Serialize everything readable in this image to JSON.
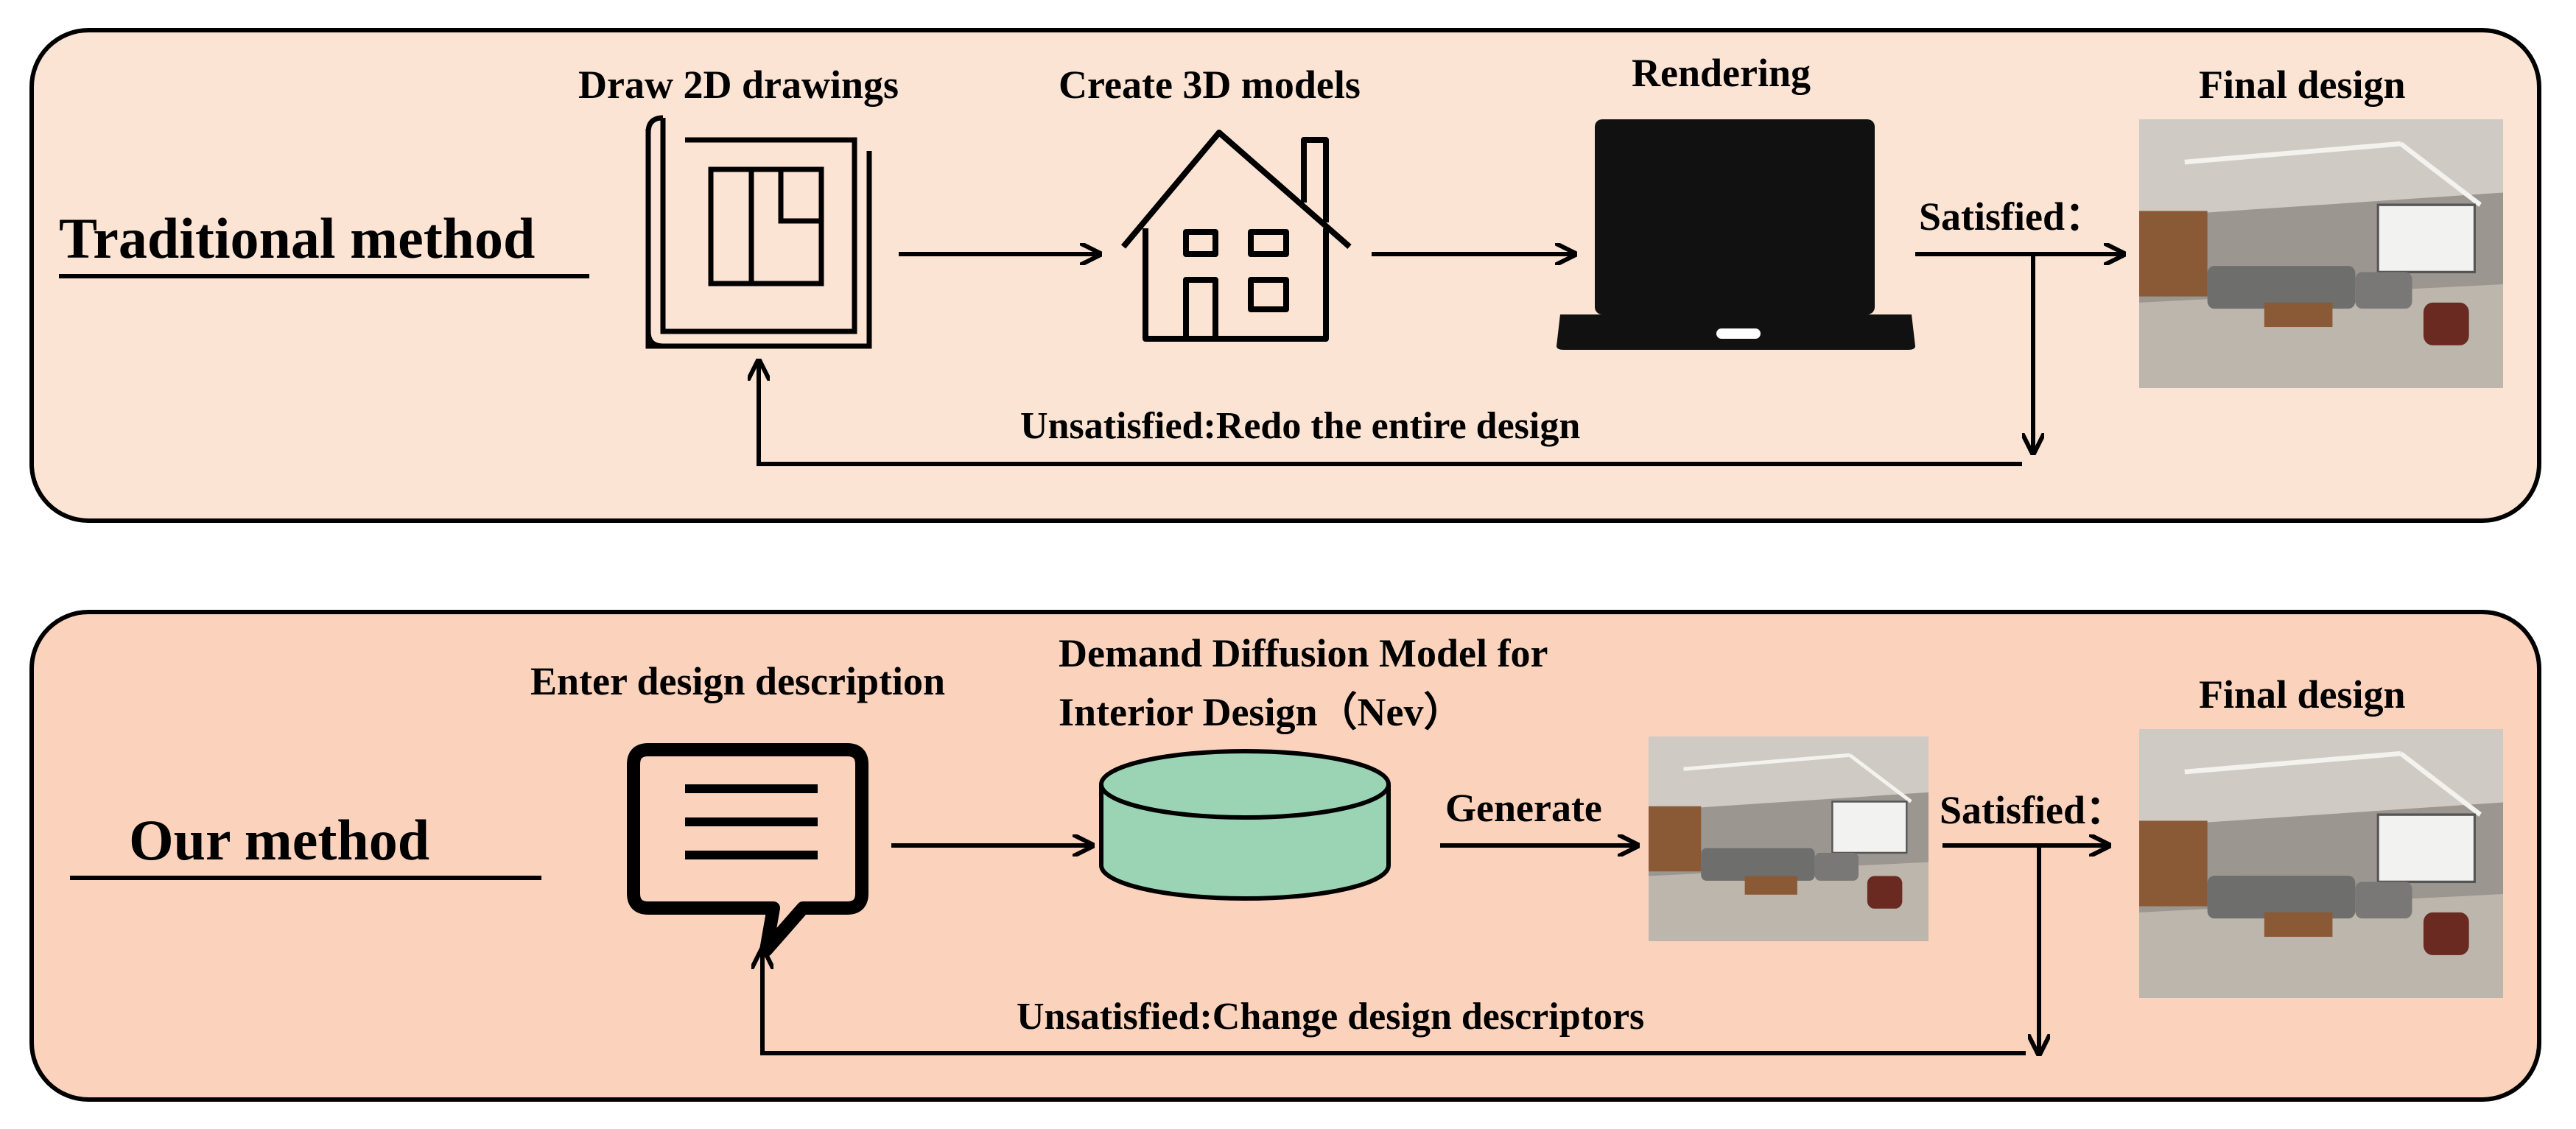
{
  "traditional": {
    "method_label": "Traditional method",
    "steps": {
      "draw_2d": "Draw 2D drawings",
      "create_3d": "Create 3D models",
      "rendering": "Rendering",
      "final": "Final design"
    },
    "satisfied": "Satisfied：",
    "unsatisfied": "Unsatisfied:Redo the entire design"
  },
  "ours": {
    "method_label": "Our method",
    "steps": {
      "enter": "Enter design description",
      "model_line1": "Demand Diffusion Model for",
      "model_line2": "Interior Design（Nev）",
      "generate": "Generate",
      "final": "Final design"
    },
    "satisfied": "Satisfied：",
    "unsatisfied": "Unsatisfied:Change design descriptors"
  },
  "colors": {
    "top_panel": "#fce4d4",
    "bottom_panel": "#fbd3bd",
    "model_cylinder": "#9ad4b4"
  }
}
